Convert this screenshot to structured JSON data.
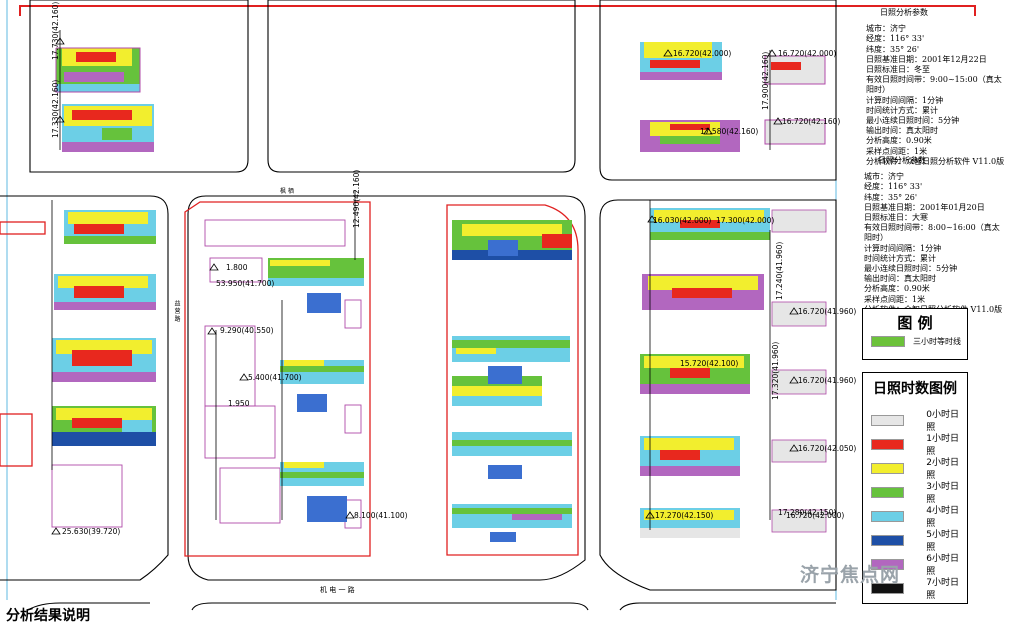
{
  "panels": [
    {
      "title": "日照分析参数",
      "lines": [
        "城市：济宁",
        "经度：116° 33'",
        "纬度：35° 26'",
        "日照基准日期：2001年12月22日",
        "日照标准日：冬至",
        "有效日照时间带：9:00~15:00（真太阳时）",
        "计算时间间隔：1分钟",
        "时间统计方式：累计",
        "最小连续日照时间：5分钟",
        "输出时间：真太阳时",
        "分析高度：0.90米",
        "采样点间距：1米",
        "分析软件：众智日照分析软件 V11.0版"
      ]
    },
    {
      "title": "日照分析参数",
      "lines": [
        "城市：济宁",
        "经度：116° 33'",
        "纬度：35° 26'",
        "日照基准日期：2001年01月20日",
        "日照标准日：大寒",
        "有效日照时间带：8:00~16:00（真太阳时）",
        "计算时间间隔：1分钟",
        "时间统计方式：累计",
        "最小连续日照时间：5分钟",
        "输出时间：真太阳时",
        "分析高度：0.90米",
        "采样点间距：1米",
        "分析软件：众智日照分析软件 V11.0版"
      ]
    }
  ],
  "legend1": {
    "title": "图 例",
    "items": [
      {
        "label": "三小时等时线",
        "color": "#6cc23a"
      }
    ]
  },
  "legend2": {
    "title": "日照时数图例",
    "items": [
      {
        "label": "0小时日照",
        "color": "#e6e6e6"
      },
      {
        "label": "1小时日照",
        "color": "#e8281e"
      },
      {
        "label": "2小时日照",
        "color": "#f2ee2e"
      },
      {
        "label": "3小时日照",
        "color": "#66c23c"
      },
      {
        "label": "4小时日照",
        "color": "#6ccfe6"
      },
      {
        "label": "5小时日照",
        "color": "#1e4fa6"
      },
      {
        "label": "6小时日照",
        "color": "#b267bf"
      },
      {
        "label": "7小时日照",
        "color": "#111111"
      }
    ]
  },
  "labels": [
    "17.730(42.160)",
    "17.330(42.160)",
    "16.720(42.000)",
    "16.720(42.000)",
    "17.580(42.160)",
    "16.720(42.160)",
    "17.900(42.160)",
    "16.030(42.000)",
    "17.300(42.000)",
    "17.240(41.960)",
    "16.720(41.960)",
    "16.720(41.960)",
    "17.320(41.960)",
    "16.720(42.050)",
    "17.270(42.150)",
    "16.720(42.000)",
    "12.490(42.160)",
    "1.800",
    "53.950(41.700)",
    "9.290(40.550)",
    "5.400(41.700)",
    "1.950",
    "8.100(41.100)",
    "25.630(39.720)",
    "15.720(42.100)",
    "17.280(42.150)"
  ],
  "roads": {
    "top_road": "枫  栖",
    "bottom_road": "机  电  一  路",
    "west_road": "益  营  路"
  },
  "watermark": "济宁焦点网",
  "bottom_heading": "分析结果说明"
}
